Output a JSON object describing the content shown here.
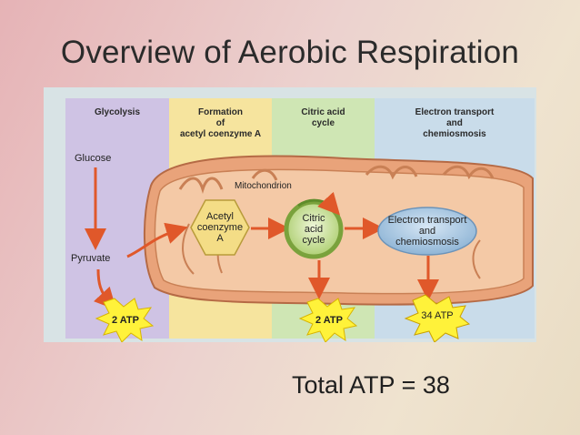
{
  "slide": {
    "title": "Overview of Aerobic Respiration",
    "total": "Total ATP = 38"
  },
  "diagram": {
    "columns": [
      {
        "line1": "Glycolysis",
        "line2": "",
        "line3": ""
      },
      {
        "line1": "Formation",
        "line2": "of",
        "line3": "acetyl coenzyme A"
      },
      {
        "line1": "Citric acid",
        "line2": "cycle",
        "line3": ""
      },
      {
        "line1": "Electron transport",
        "line2": "and",
        "line3": "chemiosmosis"
      }
    ],
    "labels": {
      "glucose": "Glucose",
      "pyruvate": "Pyruvate",
      "mitochondrion": "Mitochondrion",
      "acetyl": [
        "Acetyl",
        "coenzyme",
        "A"
      ],
      "citric": [
        "Citric",
        "acid",
        "cycle"
      ],
      "etc": [
        "Electron transport",
        "and",
        "chemiosmosis"
      ]
    },
    "atp": {
      "glycolysis": "2 ATP",
      "citric": "2 ATP",
      "etc": "34 ATP"
    },
    "colors": {
      "arrow": "#e0582a",
      "glycolysis_col": "#cfc3e4",
      "acetyl_col": "#f6e49e",
      "citric_col": "#cfe6b4",
      "etc_col": "#c9dcea",
      "atp_star": "#fff23a"
    }
  }
}
